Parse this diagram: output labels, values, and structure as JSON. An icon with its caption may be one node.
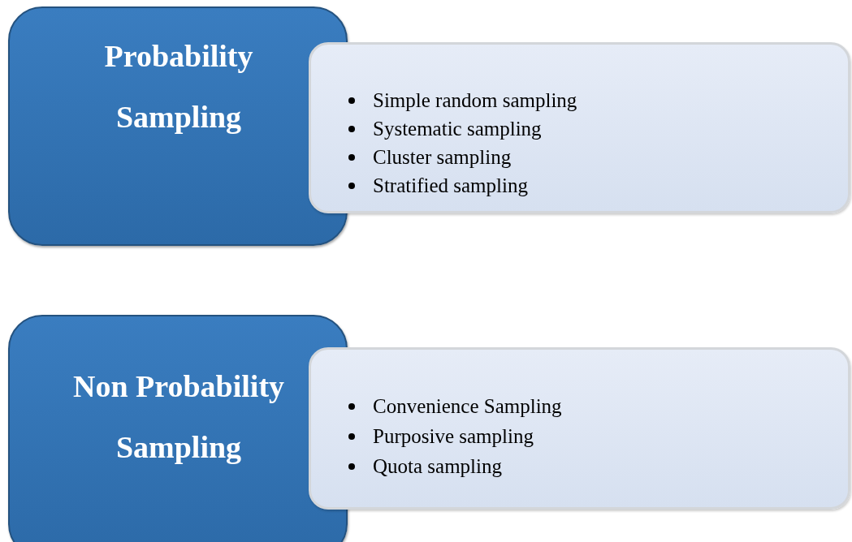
{
  "diagram": {
    "nodes": [
      {
        "text": [
          "Probability Sampling"
        ]
      },
      {
        "text": [
          "Simple random sampling",
          "Systematic sampling",
          "Cluster sampling",
          "Stratified sampling"
        ]
      },
      {
        "text": [
          "Non Probability Sampling"
        ]
      },
      {
        "text": [
          "Convenience Sampling",
          "Purposive sampling",
          "Quota sampling"
        ]
      }
    ]
  }
}
